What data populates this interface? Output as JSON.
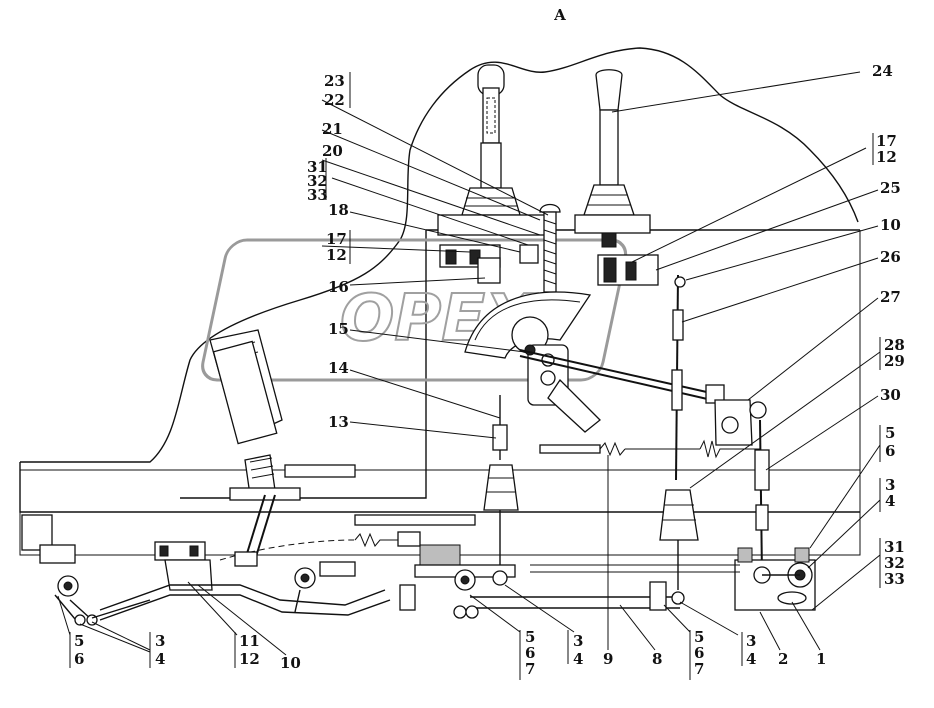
{
  "view_label": "А",
  "watermark": "OPEX",
  "callouts": {
    "c24": "24",
    "c23_22": [
      "23",
      "22"
    ],
    "c21": "21",
    "c20": "20",
    "c31_33_top": [
      "31",
      "32",
      "33"
    ],
    "c18": "18",
    "c17_12_left": [
      "17",
      "12"
    ],
    "c16": "16",
    "c15": "15",
    "c14": "14",
    "c13": "13",
    "c17_12_right": [
      "17",
      "12"
    ],
    "c25": "25",
    "c10_right": "10",
    "c26": "26",
    "c27": "27",
    "c28_29": [
      "28",
      "29"
    ],
    "c30": "30",
    "c5_6_right": [
      "5",
      "6"
    ],
    "c3_4_right": [
      "3",
      "4"
    ],
    "c31_33_right": [
      "31",
      "32",
      "33"
    ],
    "c1": "1",
    "c2": "2",
    "c3_4_b": [
      "3",
      "4"
    ],
    "c5_6_7_b": [
      "5",
      "6",
      "7"
    ],
    "c8": "8",
    "c9": "9",
    "c3_4_c": [
      "3",
      "4"
    ],
    "c5_6_7_a": [
      "5",
      "6",
      "7"
    ],
    "c10_bottom": "10",
    "c11_12": [
      "11",
      "12"
    ],
    "c3_4_left": [
      "3",
      "4"
    ],
    "c5_6_left": [
      "5",
      "6"
    ]
  }
}
